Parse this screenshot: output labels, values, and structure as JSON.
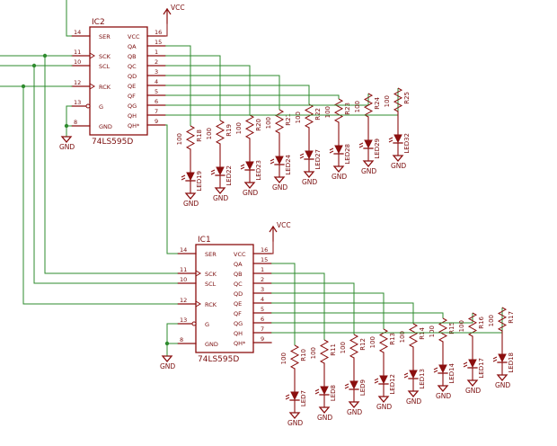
{
  "chips": [
    {
      "name": "IC2",
      "part": "74LS595D",
      "vcc": "VCC",
      "gnd": "GND",
      "left_pins": [
        {
          "num": "14",
          "label": "SER"
        },
        {
          "num": "11",
          "label": "SCK"
        },
        {
          "num": "10",
          "label": "SCL"
        },
        {
          "num": "12",
          "label": "RCK"
        },
        {
          "num": "13",
          "label": "G"
        },
        {
          "num": "8",
          "label": "GND"
        }
      ],
      "right_pins": [
        {
          "num": "16",
          "label": "VCC"
        },
        {
          "num": "15",
          "label": "QA"
        },
        {
          "num": "1",
          "label": "QB"
        },
        {
          "num": "2",
          "label": "QC"
        },
        {
          "num": "3",
          "label": "QD"
        },
        {
          "num": "4",
          "label": "QE"
        },
        {
          "num": "5",
          "label": "QF"
        },
        {
          "num": "6",
          "label": "QG"
        },
        {
          "num": "7",
          "label": "QH"
        },
        {
          "num": "9",
          "label": "QH*"
        }
      ],
      "outputs": [
        {
          "resistor": "R18",
          "led": "LED19",
          "value": "100"
        },
        {
          "resistor": "R19",
          "led": "LED22",
          "value": "100"
        },
        {
          "resistor": "R20",
          "led": "LED23",
          "value": "100"
        },
        {
          "resistor": "R21",
          "led": "LED24",
          "value": "100"
        },
        {
          "resistor": "R22",
          "led": "LED27",
          "value": "100"
        },
        {
          "resistor": "R23",
          "led": "LED28",
          "value": "100"
        },
        {
          "resistor": "R24",
          "led": "LED29",
          "value": "100"
        },
        {
          "resistor": "R25",
          "led": "LED32",
          "value": "100"
        }
      ]
    },
    {
      "name": "IC1",
      "part": "74LS595D",
      "vcc": "VCC",
      "gnd": "GND",
      "left_pins": [
        {
          "num": "14",
          "label": "SER"
        },
        {
          "num": "11",
          "label": "SCK"
        },
        {
          "num": "10",
          "label": "SCL"
        },
        {
          "num": "12",
          "label": "RCK"
        },
        {
          "num": "13",
          "label": "G"
        },
        {
          "num": "8",
          "label": "GND"
        }
      ],
      "right_pins": [
        {
          "num": "16",
          "label": "VCC"
        },
        {
          "num": "15",
          "label": "QA"
        },
        {
          "num": "1",
          "label": "QB"
        },
        {
          "num": "2",
          "label": "QC"
        },
        {
          "num": "3",
          "label": "QD"
        },
        {
          "num": "4",
          "label": "QE"
        },
        {
          "num": "5",
          "label": "QF"
        },
        {
          "num": "6",
          "label": "QG"
        },
        {
          "num": "7",
          "label": "QH"
        },
        {
          "num": "9",
          "label": "QH*"
        }
      ],
      "outputs": [
        {
          "resistor": "R10",
          "led": "LED7",
          "value": "100"
        },
        {
          "resistor": "R11",
          "led": "LED8",
          "value": "100"
        },
        {
          "resistor": "R12",
          "led": "LED9",
          "value": "100"
        },
        {
          "resistor": "R13",
          "led": "LED12",
          "value": "100"
        },
        {
          "resistor": "R14",
          "led": "LED13",
          "value": "100"
        },
        {
          "resistor": "R15",
          "led": "LED14",
          "value": "100"
        },
        {
          "resistor": "R16",
          "led": "LED17",
          "value": "100"
        },
        {
          "resistor": "R17",
          "led": "LED18",
          "value": "100"
        }
      ]
    }
  ],
  "colors": {
    "wire": "#2e8b2e",
    "part": "#8b0f0f",
    "background": "#ffffff"
  }
}
